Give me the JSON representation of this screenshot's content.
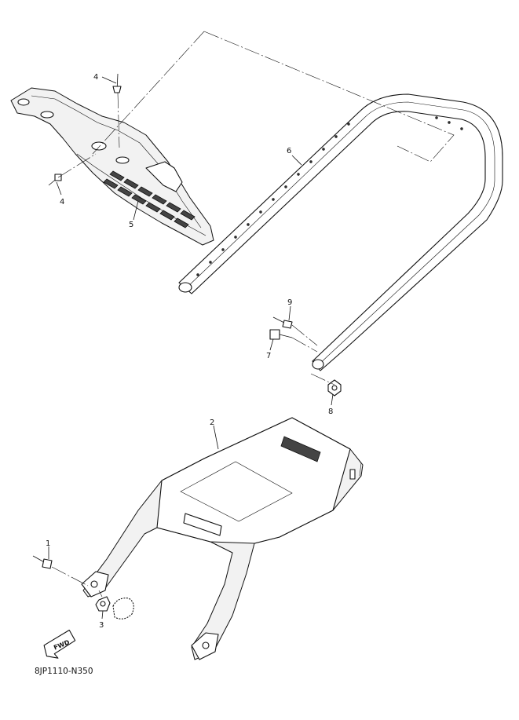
{
  "diagram": {
    "callouts": [
      {
        "id": "c1",
        "label": "1"
      },
      {
        "id": "c2",
        "label": "2"
      },
      {
        "id": "c3",
        "label": "3"
      },
      {
        "id": "c4a",
        "label": "4"
      },
      {
        "id": "c4b",
        "label": "4"
      },
      {
        "id": "c5",
        "label": "5"
      },
      {
        "id": "c6",
        "label": "6"
      },
      {
        "id": "c7",
        "label": "7"
      },
      {
        "id": "c8",
        "label": "8"
      },
      {
        "id": "c9",
        "label": "9"
      }
    ],
    "fwd_label": "FWD",
    "drawing_code": "8JP1110-N350"
  }
}
